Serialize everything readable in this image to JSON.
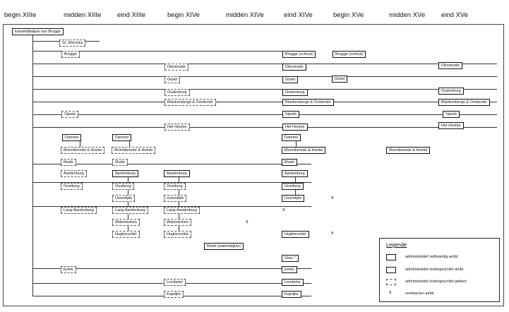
{
  "headers": [
    "begin XIIIe",
    "midden XIIIe",
    "eind XIIIe",
    "begin XIVe",
    "midden XIVe",
    "eind XIVe",
    "begin XVe",
    "midden XVe",
    "eind XVe"
  ],
  "boxes": {
    "root": "kasselrijbaljuw van Brugge",
    "sint_winnoks": "St. Winnoks",
    "brugge_1": "Brugge",
    "brugge_schout_a": "Brugge (schout)",
    "brugge_schout_b": "Brugge (schout)",
    "diksmuide_1": "Diksmuide",
    "diksmuide_2": "Diksmuide",
    "diksmuide_3": "Diksmuide",
    "gistel_1": "Gistel",
    "gistel_2": "Gistel",
    "gistel_3": "Gistel",
    "oudenburg_1": "Oudenburg",
    "oudenburg_2": "Oudenburg",
    "oudenburg_3": "Oudenburg",
    "blank_1": "Blankenberge & Oostende",
    "blank_2": "Blankenberge & Oostende",
    "blank_3": "Blankenberge & Oostende",
    "sijsele_1": "Sijsele",
    "sijsele_2": "Sijsele",
    "sijsele_3": "Sijsele",
    "hethoutse_1": "Het Houtse",
    "hethoutse_2": "Het Houtse",
    "hethoutse_3": "Het Houtse",
    "damme_1": "Damme",
    "damme_2": "Damme",
    "damme_3": "Damme",
    "monnik_1": "Monnikerede & Hoeke",
    "monnik_2": "Monnikerede & Hoeke",
    "monnik_3": "Monnikerede & Hoeke",
    "monnik_4": "Monnikerede & Hoeke",
    "mude_1": "Mude",
    "mude_2": "Mude",
    "mude_3": "Mude",
    "aard_1": "Aardenburg",
    "aard_2": "Aardenburg",
    "aard_3": "Aardenburg",
    "aard_4": "Aardenburg",
    "oost_1": "Oostburg",
    "oost_2": "Oostburg",
    "oost_3": "Oostburg",
    "oost_4": "Oostburg",
    "ijzen_1": "IJzendijke",
    "ijzen_2": "IJzendijke",
    "ijzen_3": "IJzendijke",
    "lang_1": "Lang-Aardenburg",
    "lang_2": "Lang-Aardenburg",
    "lang_3": "Lang-Aardenburg",
    "water_1": "Waterduinen",
    "water_2": "Waterduinen",
    "hugh_1": "Hughersvliet",
    "hugh_2": "Hughersvliet",
    "hugh_3": "Hughersvliet",
    "mude_water": "Mude (waterbaljuw)",
    "sluis": "Sluis *",
    "eeklo_1": "Eeklo",
    "eeklo_2": "Eeklo",
    "lembeke_1": "Lembeke",
    "lembeke_2": "Lembeke",
    "kaprijke_1": "Kaprijke",
    "kaprijke_2": "Kaprijke"
  },
  "marks": {
    "x": "x"
  },
  "legend": {
    "title": "Legende",
    "items": [
      "administratief zelfstandig ambt",
      "administratief ondergeschikt ambt",
      "administratief ondergeschikt gebied",
      "verdwenen ambt"
    ],
    "x_symbol": "x"
  }
}
